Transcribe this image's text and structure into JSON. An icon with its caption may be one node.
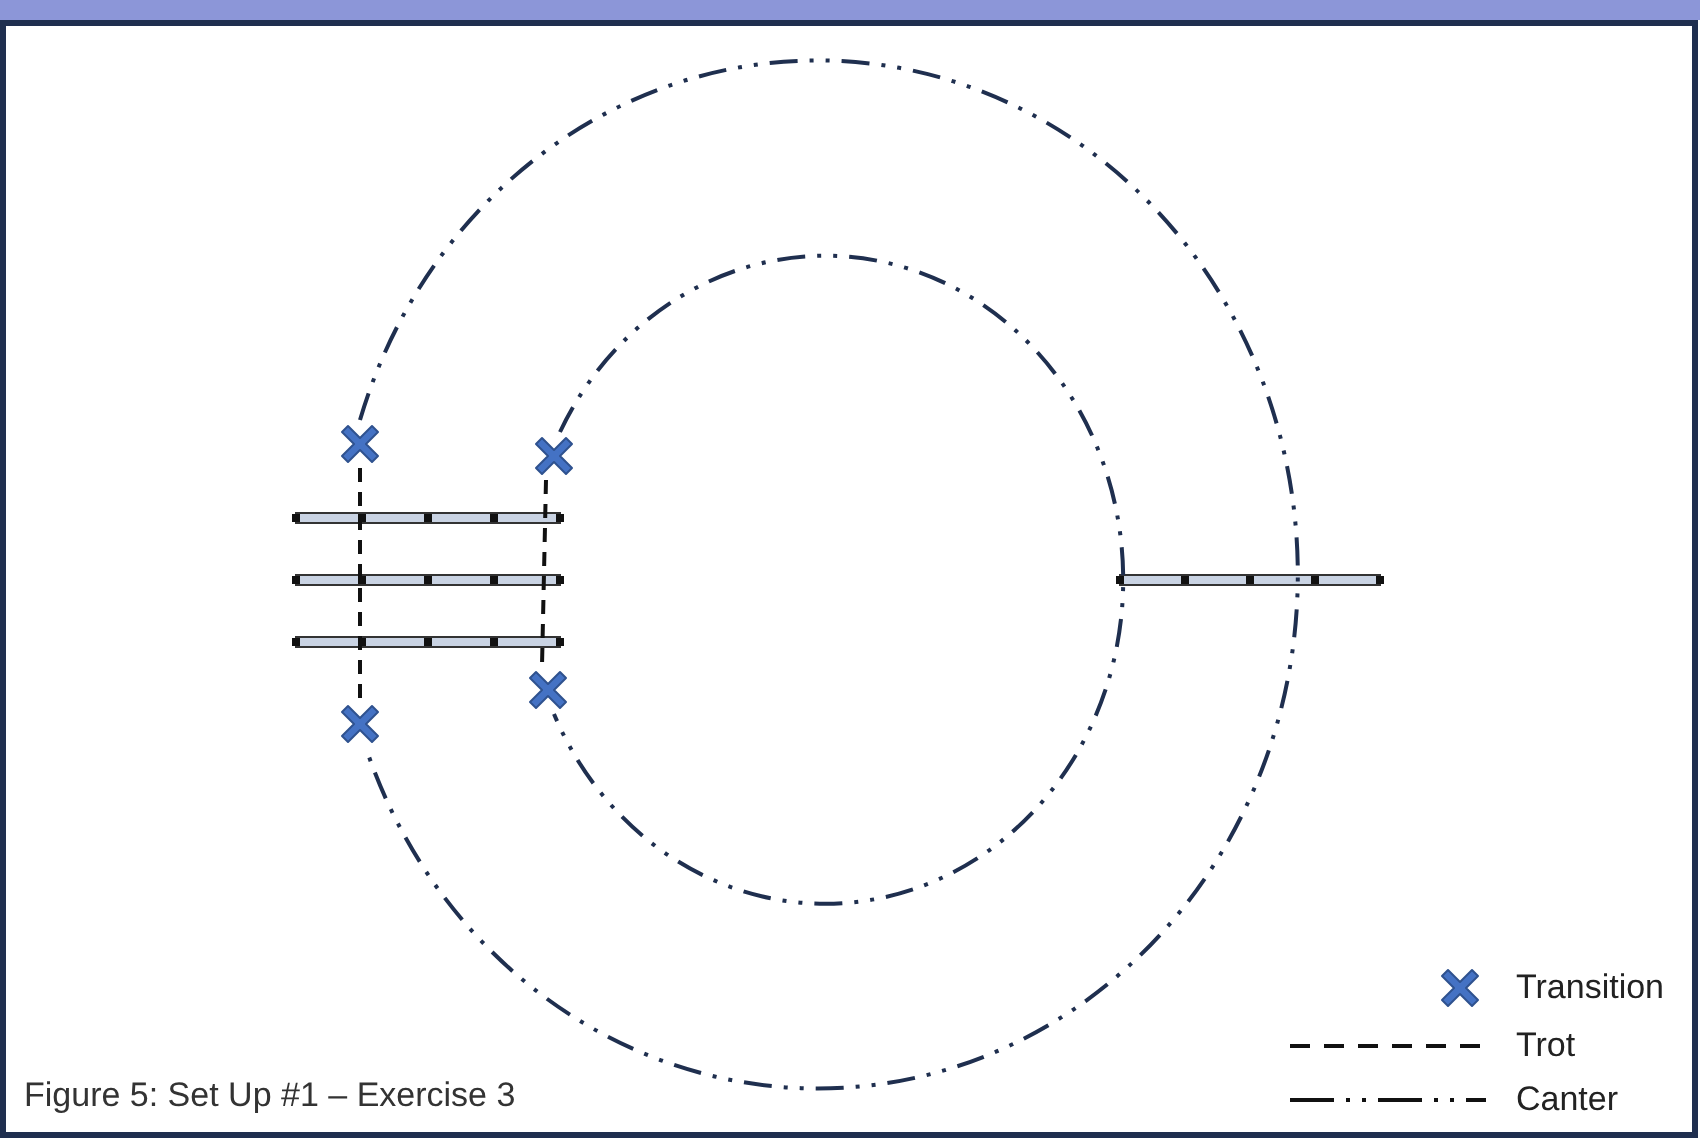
{
  "diagram": {
    "caption": "Figure 5: Set Up #1 – Exercise 3",
    "nodes": [
      {
        "text": [],
        "shape": "cross"
      },
      {
        "text": [],
        "shape": "cross"
      },
      {
        "text": [],
        "shape": "cross"
      },
      {
        "text": [],
        "shape": "cross"
      }
    ],
    "edges": [
      {
        "from": 0,
        "to": 2,
        "arrow": "none"
      },
      {
        "from": 1,
        "to": 3,
        "arrow": "none"
      },
      {
        "from": 0,
        "to": 2,
        "arrow": "none",
        "style": "dashed"
      },
      {
        "from": 1,
        "to": 3,
        "arrow": "none",
        "style": "dashed"
      }
    ],
    "legend": [
      {
        "text": "Transition"
      },
      {
        "text": "Trot"
      },
      {
        "text": "Canter"
      }
    ]
  }
}
